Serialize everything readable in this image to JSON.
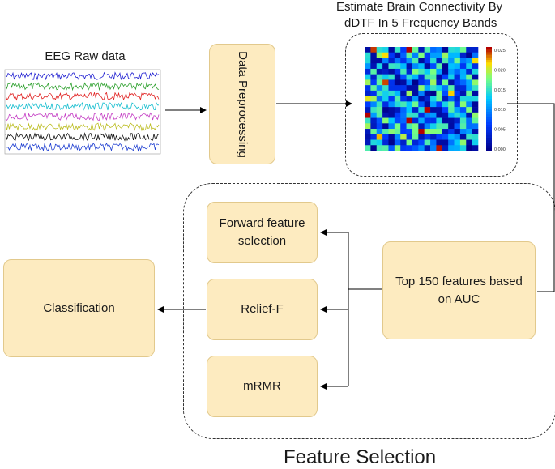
{
  "eeg": {
    "title": "EEG Raw data"
  },
  "preprocess": {
    "label": "Data Preprocessing"
  },
  "connectivity": {
    "title_line1": "Estimate Brain Connectivity By",
    "title_line2": "dDTF In 5 Frequency Bands",
    "colorbar_ticks": [
      "0.025",
      "0.020",
      "0.015",
      "0.010",
      "0.005",
      "0.000"
    ],
    "colors": {
      "low": "#00008b",
      "mid": "#00bfff",
      "high": "#b30000"
    }
  },
  "top_features": {
    "label": "Top 150 features based on AUC"
  },
  "methods": {
    "forward": "Forward feature selection",
    "relief": "Relief-F",
    "mrmr": "mRMR"
  },
  "classification": {
    "label": "Classification"
  },
  "feature_selection": {
    "title": "Feature Selection"
  },
  "colors": {
    "box_fill": "#fdebc0",
    "box_border": "#e2c98c",
    "arrow": "#000000"
  }
}
